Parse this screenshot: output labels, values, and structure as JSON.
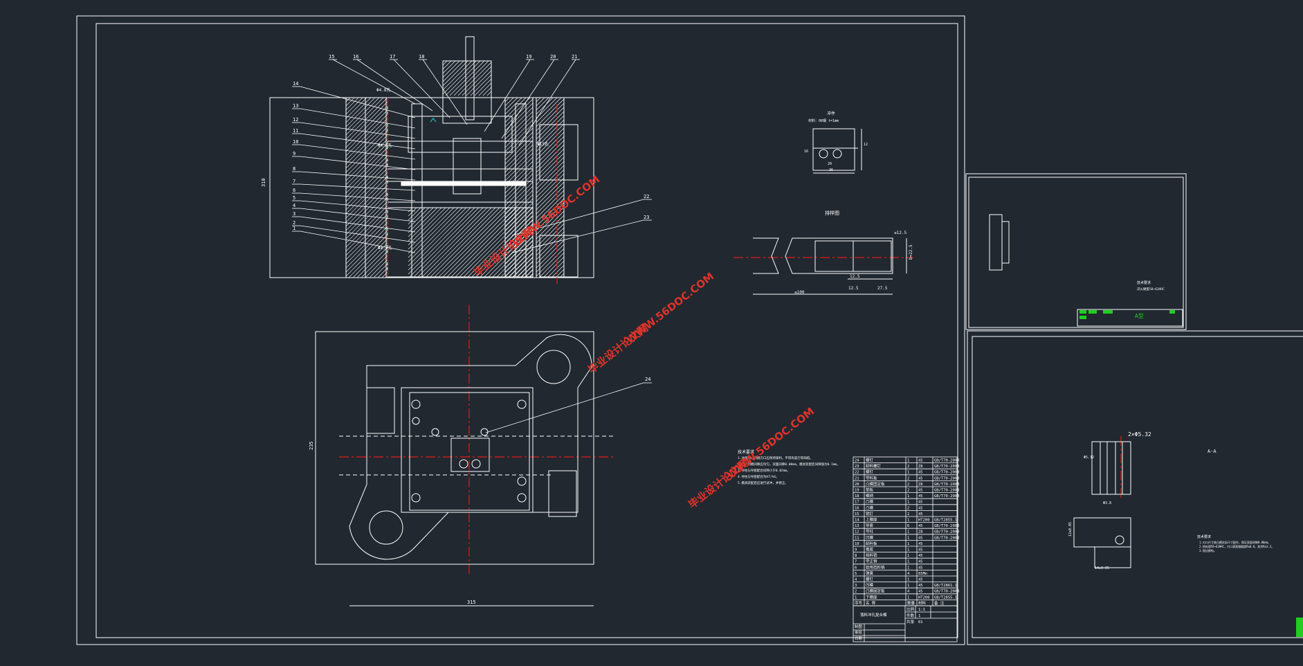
{
  "colors": {
    "background": "#212830",
    "line": "#ffffff",
    "center": "#e01b1b",
    "watermark": "#e0332a",
    "green": "#22cc22",
    "cyan": "#20c0c0"
  },
  "assembly": {
    "callouts_top": [
      "15",
      "16",
      "17",
      "18",
      "19",
      "20",
      "21"
    ],
    "callouts_left": [
      "14",
      "13",
      "12",
      "11",
      "10",
      "9",
      "8",
      "7",
      "6",
      "5",
      "4",
      "3",
      "2",
      "1"
    ],
    "callouts_right": [
      "22",
      "23"
    ],
    "plan_callout": "24",
    "height_dim": "310",
    "dims": [
      "Φ4.8孔",
      "Φ4.5孔",
      "Φ4.5孔",
      "Φ13孔"
    ]
  },
  "plan_view": {
    "width_dim": "315",
    "height_dim": "235"
  },
  "strip_layout": {
    "title": "排样图",
    "dims": [
      "≤12.5",
      "12.5",
      "27.5",
      "≤100",
      "12.5",
      "b=22.5"
    ]
  },
  "part_drawing": {
    "title": "冲件",
    "note": "材料：08钢  t=1mm",
    "dims": [
      "36",
      "20",
      "16",
      "12"
    ]
  },
  "tech_requirements": {
    "title": "技术要求",
    "lines": [
      "1.冲裁凸、凹模刃口应保持锋利，不得有崩刃等缺陷。",
      "2.凸、凹模间隙应均匀，双面间隙0.08mm，模具装配后间隙值为0.1mm。",
      "3.导柱与导套配合间隙小于0.02mm。",
      "4.导柱与导套配合为H7/h6。",
      "5.模具装配后应进行试冲，并修正。"
    ]
  },
  "bom": {
    "header": [
      "序号",
      "名 称",
      "数量",
      "材料",
      "备 注"
    ],
    "rows": [
      [
        "24",
        "螺钉",
        "1",
        "45",
        "GB/T70-2000"
      ],
      [
        "23",
        "卸料螺钉",
        "2",
        "Z8",
        "GB/T70-2000"
      ],
      [
        "22",
        "螺钉",
        "1",
        "45",
        "GB/T70-2000"
      ],
      [
        "21",
        "导料板",
        "2",
        "45",
        "GB/T70-2000"
      ],
      [
        "20",
        "凸模固定板",
        "2",
        "Z8",
        "GB/T70-2000"
      ],
      [
        "19",
        "垫板",
        "2",
        "45",
        "GB/T70-2000"
      ],
      [
        "18",
        "模柄",
        "1",
        "45",
        "GB/T70-2000"
      ],
      [
        "17",
        "凸模",
        "1",
        "45",
        ""
      ],
      [
        "16",
        "凸模",
        "2",
        "45",
        ""
      ],
      [
        "15",
        "销钉",
        "2",
        "45",
        ""
      ],
      [
        "14",
        "上模座",
        "1",
        "HT200",
        "GB/T2855.1"
      ],
      [
        "13",
        "导套",
        "6",
        "45",
        "GB/T70-2000"
      ],
      [
        "12",
        "导柱",
        "1",
        "Z8",
        "GB/T70-2000"
      ],
      [
        "11",
        "凹模",
        "1",
        "45",
        "GB/T70-2000"
      ],
      [
        "10",
        "卸料板",
        "1",
        "45",
        ""
      ],
      [
        "9",
        "橡胶",
        "1",
        "45",
        ""
      ],
      [
        "8",
        "挡料销",
        "1",
        "45",
        ""
      ],
      [
        "7",
        "导正销",
        "1",
        "45",
        ""
      ],
      [
        "6",
        "始用挡料销",
        "1",
        "45",
        ""
      ],
      [
        "5",
        "弹簧",
        "4",
        "65Mn",
        ""
      ],
      [
        "4",
        "螺钉",
        "1",
        "45",
        ""
      ],
      [
        "3",
        "凹模",
        "1",
        "45",
        "GB/T2861.1"
      ],
      [
        "2",
        "凸模固定板",
        "4",
        "45",
        "GB/T70-2000"
      ],
      [
        "1",
        "下模座",
        "1",
        "HT200",
        "GB/T2855.1"
      ]
    ],
    "title_block_name": "落料冲孔复合模",
    "scale_label": "比例",
    "scale_value": "1:1",
    "count_label": "件数",
    "count_value": "1",
    "sheet_label": "共张",
    "sheet_value": "01",
    "rows_bottom": [
      "制图",
      "审核",
      "日期"
    ]
  },
  "sheet2": {
    "title": "A型",
    "note_title": "技术要求",
    "note_line": "淬火硬度58~62HRC"
  },
  "sheet3": {
    "dim_top": "2×Φ5.32",
    "dim_side": "A-A",
    "dims": [
      "Φ5.32",
      "Φ3.8",
      "14±0.05",
      "12±0.05"
    ],
    "note_title": "技术要求",
    "note_lines": [
      "1.刃口尺寸按凸模实际尺寸配作，保证双面间隙0.08mm。",
      "2.热处理58~62HRC，刃口表面粗糙度Ra0.8，其余Ra3.2。",
      "3.锐边倒钝。"
    ]
  },
  "watermarks": [
    {
      "line1": "毕业设计论文网",
      "line2": "WWW.56DOC.COM"
    },
    {
      "line1": "毕业设计论文网",
      "line2": "WWW.56DOC.COM"
    },
    {
      "line1": "毕业设计论文网",
      "line2": "WWW.56DOC.COM"
    }
  ]
}
